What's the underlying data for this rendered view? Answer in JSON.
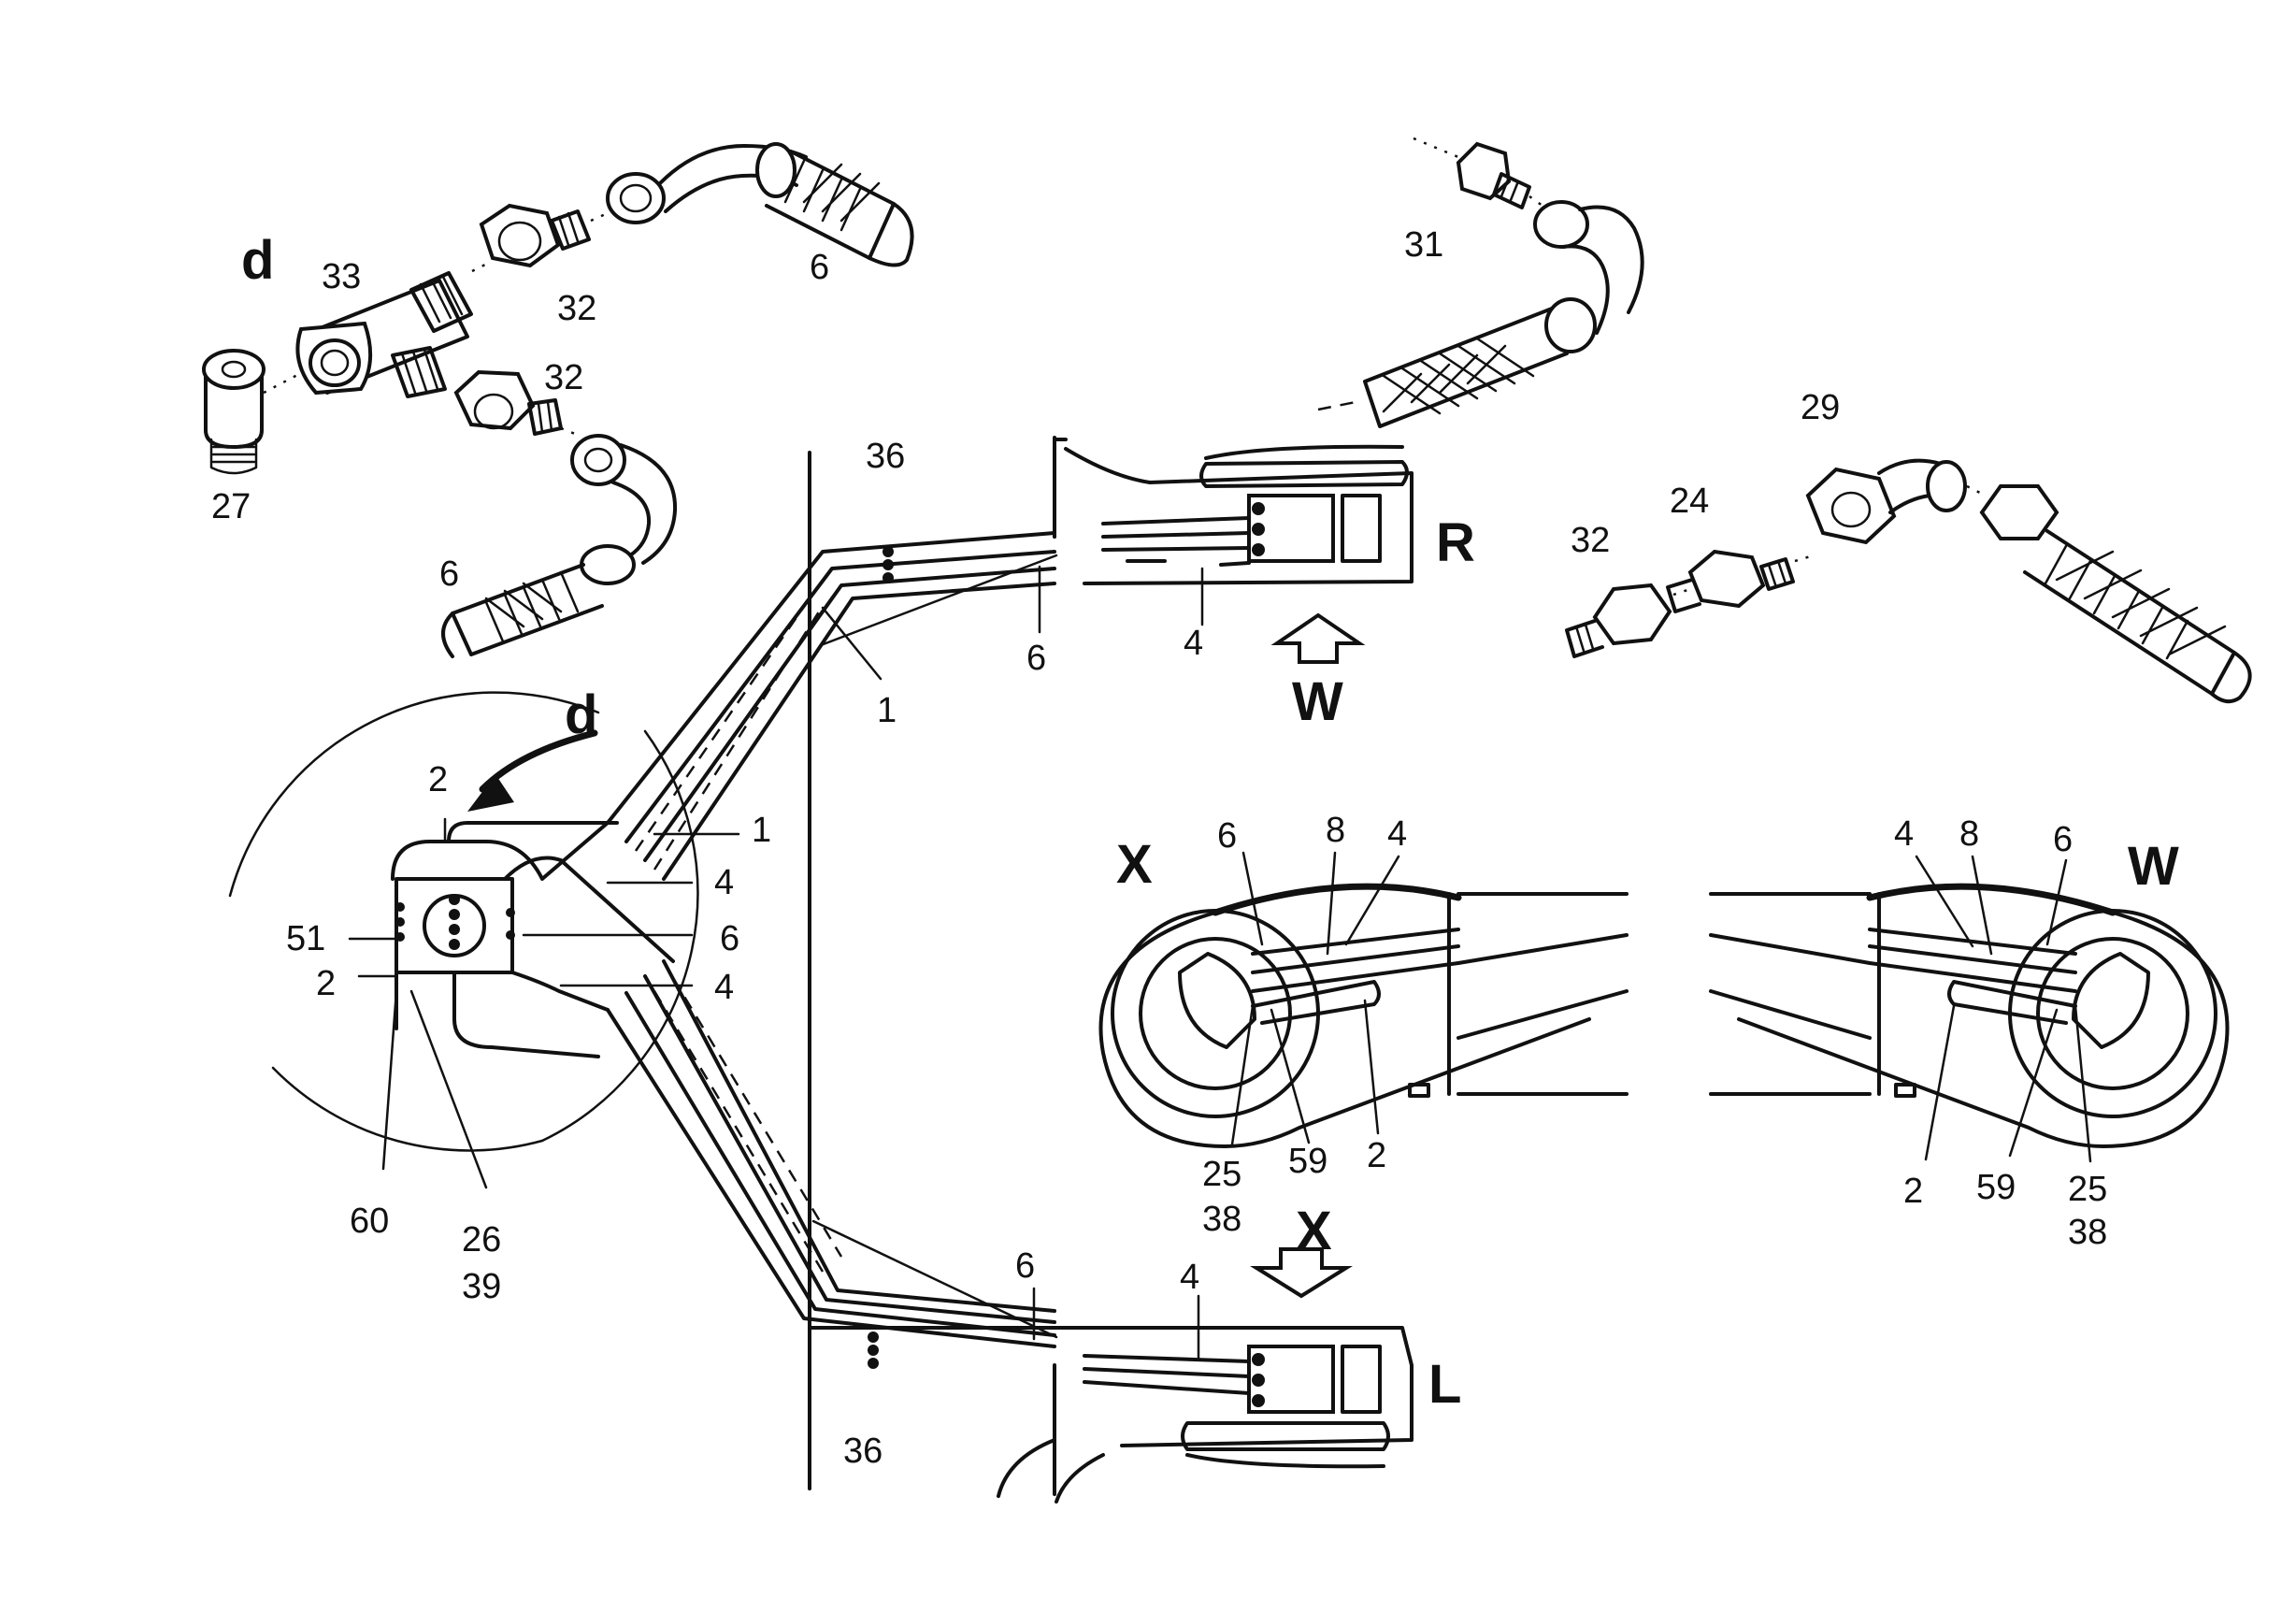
{
  "labels": {
    "view_d_top": "d",
    "view_d_arrow": "d",
    "view_r": "R",
    "view_l": "L",
    "view_w_arrow": "W",
    "view_w_detail": "W",
    "view_x_arrow": "X",
    "view_x_detail": "X",
    "p_33": "33",
    "p_32_a": "32",
    "p_32_b": "32",
    "p_6_a": "6",
    "p_6_b": "6",
    "p_27": "27",
    "p_31": "31",
    "p_29": "29",
    "p_32_c": "32",
    "p_24": "24",
    "p_36_top": "36",
    "p_1_top": "1",
    "p_6_top": "6",
    "p_4_top": "4",
    "p_2_circ": "2",
    "p_1_circ": "1",
    "p_4_circ_a": "4",
    "p_6_circ": "6",
    "p_4_circ_b": "4",
    "p_51": "51",
    "p_2_circ_b": "2",
    "p_60": "60",
    "p_26": "26",
    "p_39": "39",
    "p_6_bot": "6",
    "p_4_bot": "4",
    "p_36_bot": "36",
    "x_6": "6",
    "x_8": "8",
    "x_4": "4",
    "x_25": "25",
    "x_38": "38",
    "x_59": "59",
    "x_2": "2",
    "w_4": "4",
    "w_8": "8",
    "w_6": "6",
    "w_2": "2",
    "w_59": "59",
    "w_25": "25",
    "w_38": "38"
  }
}
